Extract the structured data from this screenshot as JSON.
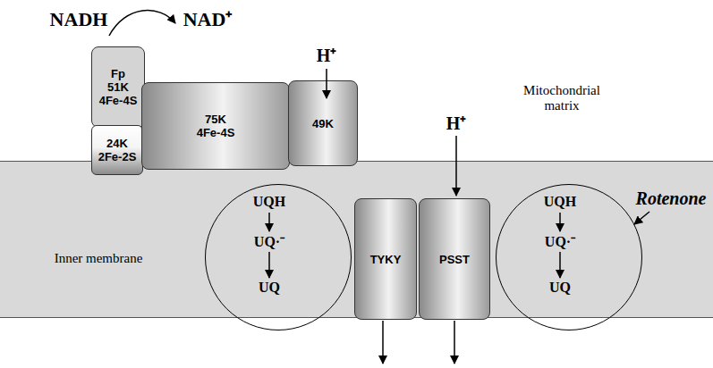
{
  "diagram": {
    "nodes": [
      {
        "text": [
          "Fp 51K 4Fe-4S"
        ]
      },
      {
        "text": [
          "24K 2Fe-2S"
        ]
      },
      {
        "text": [
          "75K 4Fe-4S"
        ]
      },
      {
        "text": [
          "49K"
        ]
      },
      {
        "text": [
          "Inner membrane"
        ]
      },
      {
        "text": [
          "UQH",
          "UQ·⁻",
          "UQ"
        ],
        "in": 4
      },
      {
        "text": [
          "TYKY"
        ]
      },
      {
        "text": [
          "PSST"
        ]
      },
      {
        "text": [
          "UQH",
          "UQ·⁻",
          "UQ"
        ],
        "in": 4
      }
    ],
    "labels": [
      "NADH",
      "NAD⁺",
      "H⁺",
      "Mitochondrial matrix",
      "H⁺",
      "Rotenone"
    ]
  }
}
